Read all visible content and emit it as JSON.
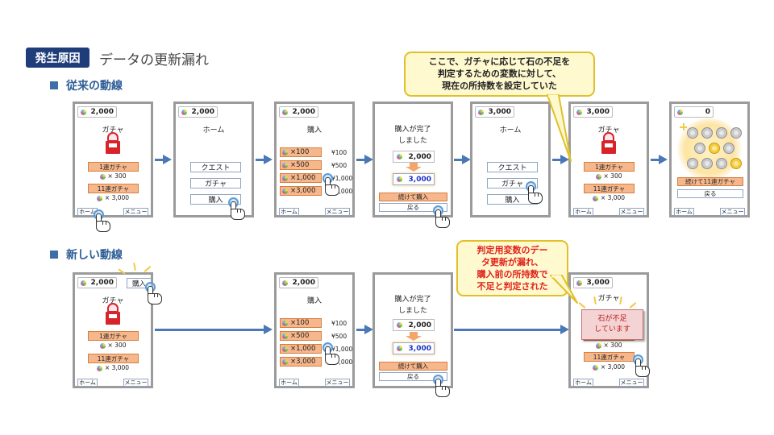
{
  "header": {
    "tag": "発生原因",
    "title": "データの更新漏れ"
  },
  "sections": {
    "old_flow": "従来の動線",
    "new_flow": "新しい動線"
  },
  "colors": {
    "tag_bg": "#1f3e79",
    "section_blue": "#2e5d96",
    "arrow": "#4a78b5",
    "frame": "#9b9b9b",
    "orange_btn": "#f6b78c",
    "callout_bg": "#fff9cf",
    "callout_red": "#e0231b",
    "error_bg": "#f3d3d3"
  },
  "icons": {
    "currency": "gem-icon",
    "pointer": "hand-cursor-icon",
    "machine": "gacha-machine-icon"
  },
  "common": {
    "home": "ホーム",
    "menu": "メニュー",
    "gacha": "ガチャ",
    "quest": "クエスト",
    "purchase": "購入",
    "gacha_1": "1連ガチャ",
    "gacha_11": "11連ガチャ",
    "cost_1": "× 300",
    "cost_11": "× 3,000",
    "complete_l1": "購入が完了",
    "complete_l2": "しました",
    "continue": "続けて購入",
    "back": "戻る",
    "items": [
      {
        "label": "×100",
        "price": "¥100"
      },
      {
        "label": "×500",
        "price": "¥500"
      },
      {
        "label": "×1,000",
        "price": "¥1,000"
      },
      {
        "label": "×3,000",
        "price": "¥3,000"
      }
    ],
    "continue_11": "続けて11連ガチャ"
  },
  "old": {
    "balances": [
      "2,000",
      "2,000",
      "2,000",
      "3,000",
      "3,000",
      "0"
    ],
    "complete_before": "2,000",
    "complete_after": "3,000"
  },
  "new": {
    "balances": [
      "2,000",
      "2,000",
      "3,000"
    ],
    "complete_before": "2,000",
    "complete_after": "3,000",
    "error_l1": "石が不足",
    "error_l2": "しています"
  },
  "callouts": {
    "top": [
      "ここで、ガチャに応じて石の不足を",
      "判定するための変数に対して、",
      "現在の所持数を設定していた"
    ],
    "bottom": [
      "判定用変数のデー",
      "タ更新が漏れ、",
      "購入前の所持数で",
      "不足と判定された"
    ]
  }
}
